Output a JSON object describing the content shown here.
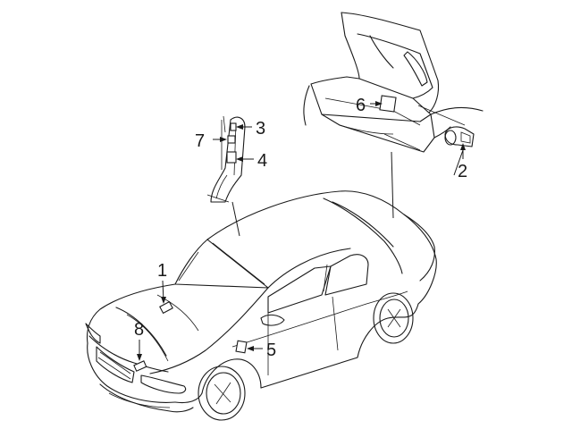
{
  "diagram": {
    "callouts": [
      {
        "id": "c1",
        "number": "1"
      },
      {
        "id": "c2",
        "number": "2"
      },
      {
        "id": "c3",
        "number": "3"
      },
      {
        "id": "c4",
        "number": "4"
      },
      {
        "id": "c5",
        "number": "5"
      },
      {
        "id": "c6",
        "number": "6"
      },
      {
        "id": "c7",
        "number": "7"
      },
      {
        "id": "c8",
        "number": "8"
      }
    ]
  }
}
